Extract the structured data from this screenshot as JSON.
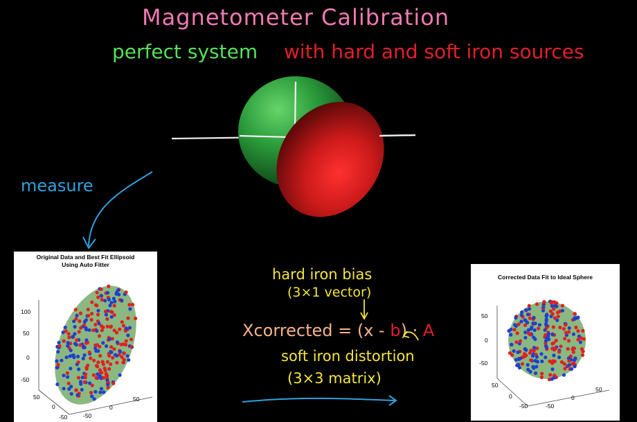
{
  "title": "Magnetometer Calibration",
  "legend": {
    "perfect": "perfect system",
    "distorted": "with hard and soft iron sources"
  },
  "measure": "measure",
  "equation": {
    "hard_iron_label": "hard iron bias",
    "hard_iron_dim": "(3×1 vector)",
    "lhs": "Xcorrected",
    "open": " = (x - ",
    "b": "b",
    "close": ") · ",
    "A": "A",
    "soft_iron_label": "soft iron distortion",
    "soft_iron_dim": "(3×3 matrix)"
  },
  "plot_original": {
    "title_line1": "Original Data and Best Fit Ellipsoid",
    "title_line2": "Using Auto Fitter",
    "z_ticks": [
      "100",
      "50",
      "0",
      "-50"
    ],
    "x_ticks": [
      "50",
      "0",
      "-50"
    ],
    "y_ticks": [
      "50",
      "0",
      "-50"
    ]
  },
  "plot_corrected": {
    "title": "Corrected Data Fit to Ideal Sphere",
    "z_ticks": [
      "50",
      "0",
      "-50"
    ],
    "x_ticks": [
      "50",
      "0",
      "-50"
    ],
    "y_ticks": [
      "50",
      "0",
      "-50"
    ]
  },
  "colors": {
    "title": "#f07ab4",
    "perfect": "#56e05a",
    "distorted": "#e0202a",
    "measure": "#2fa3e0",
    "annotation": "#f5e63a",
    "equation": "#f4b58a",
    "highlight": "#e0202a",
    "arrow": "#2fa3e0",
    "sphere_green": "#2a9a3a",
    "sphere_red": "#cc1a1a",
    "point_red": "#e02020",
    "point_blue": "#1f3fd0"
  }
}
